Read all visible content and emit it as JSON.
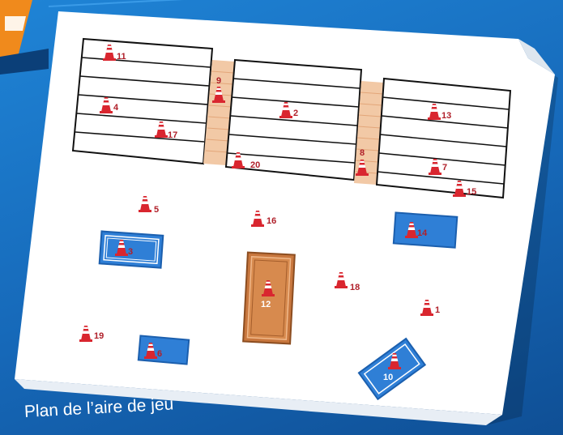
{
  "caption": "Plan de l’aire de jeu",
  "colors": {
    "background": "#1668b8",
    "paper": "#ffffff",
    "cone_red": "#d9262f",
    "blue_zone": "#2f7fd6",
    "brown_zone": "#c8773e",
    "ladder": "#f2c9a6"
  },
  "cones": [
    {
      "id": "11",
      "label": "11"
    },
    {
      "id": "9",
      "label": "9"
    },
    {
      "id": "4",
      "label": "4"
    },
    {
      "id": "17",
      "label": "17"
    },
    {
      "id": "2",
      "label": "2"
    },
    {
      "id": "20",
      "label": "20"
    },
    {
      "id": "13",
      "label": "13"
    },
    {
      "id": "8",
      "label": "8"
    },
    {
      "id": "7",
      "label": "7"
    },
    {
      "id": "15",
      "label": "15"
    },
    {
      "id": "5",
      "label": "5"
    },
    {
      "id": "16",
      "label": "16"
    },
    {
      "id": "14",
      "label": "14"
    },
    {
      "id": "3",
      "label": "3"
    },
    {
      "id": "12",
      "label": "12"
    },
    {
      "id": "18",
      "label": "18"
    },
    {
      "id": "1",
      "label": "1"
    },
    {
      "id": "19",
      "label": "19"
    },
    {
      "id": "6",
      "label": "6"
    },
    {
      "id": "10",
      "label": "10"
    }
  ]
}
